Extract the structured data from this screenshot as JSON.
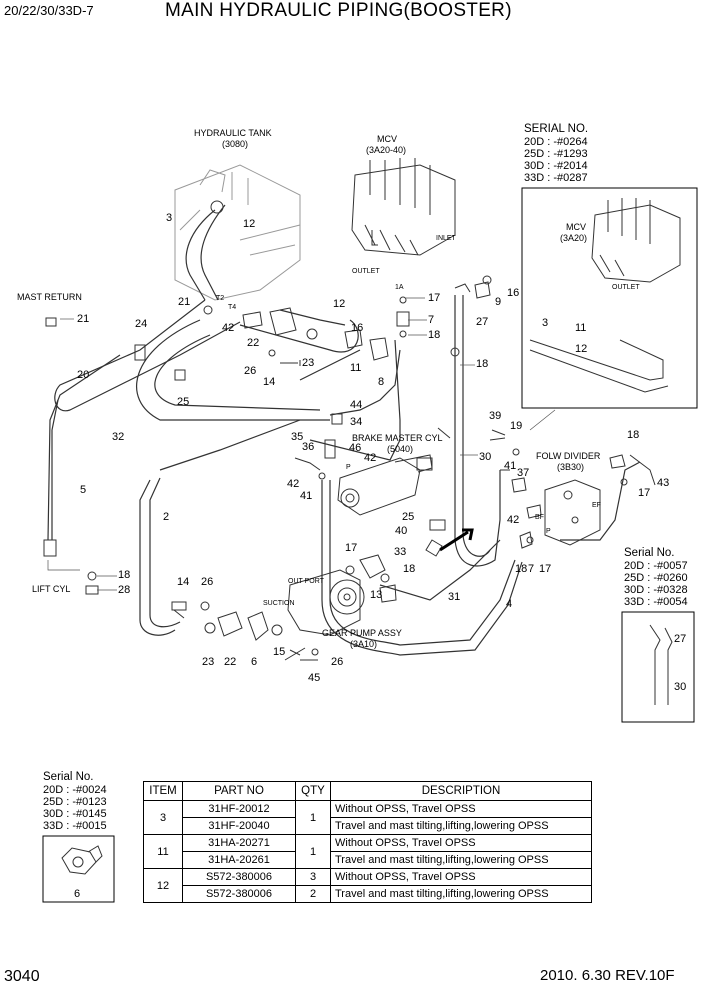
{
  "header": {
    "model": "20/22/30/33D-7",
    "title": "MAIN HYDRAULIC PIPING(BOOSTER)"
  },
  "footer": {
    "page_number": "3040",
    "revision": "2010. 6.30  REV.10F"
  },
  "labels": {
    "hydraulic_tank": "HYDRAULIC TANK",
    "hydraulic_tank_code": "(3080)",
    "mcv": "MCV",
    "mcv_code": "(3A20-40)",
    "mcv_inset": "MCV",
    "mcv_inset_code": "(3A20)",
    "inlet": "INLET",
    "outlet": "OUTLET",
    "outlet_inset": "OUTLET",
    "port_1a": "1A",
    "mast_return": "MAST RETURN",
    "lift_cyl": "LIFT CYL",
    "brake_master_cyl": "BRAKE MASTER CYL",
    "brake_master_cyl_code": "(5040)",
    "flow_divider": "FOLW DIVIDER",
    "flow_divider_code": "(3B30)",
    "gear_pump_assy": "GEAR PUMP ASSY",
    "gear_pump_code": "(3A10)",
    "out_port": "OUT PORT",
    "suction": "SUCTION",
    "port_t2": "T2",
    "port_t4": "T4",
    "port_bf": "BF",
    "port_ef": "EF",
    "port_p": "P",
    "port_p2": "P"
  },
  "serial_top": {
    "heading": "SERIAL NO.",
    "lines": [
      "20D : -#0264",
      "25D : -#1293",
      "30D : -#2014",
      "33D : -#0287"
    ]
  },
  "serial_right": {
    "heading": "Serial No.",
    "lines": [
      "20D : -#0057",
      "25D : -#0260",
      "30D : -#0328",
      "33D : -#0054"
    ],
    "callouts": [
      "27",
      "30"
    ]
  },
  "serial_bottom": {
    "heading": "Serial No.",
    "lines": [
      "20D : -#0024",
      "25D : -#0123",
      "30D : -#0145",
      "33D : -#0015"
    ],
    "callout": "6"
  },
  "inset_callouts": [
    "3",
    "11",
    "12"
  ],
  "callouts": [
    {
      "id": "c3",
      "t": "3"
    },
    {
      "id": "c12a",
      "t": "12"
    },
    {
      "id": "c21a",
      "t": "21"
    },
    {
      "id": "c21b",
      "t": "21"
    },
    {
      "id": "c24",
      "t": "24"
    },
    {
      "id": "c42a",
      "t": "42"
    },
    {
      "id": "c22a",
      "t": "22"
    },
    {
      "id": "c23a",
      "t": "23"
    },
    {
      "id": "c20",
      "t": "20"
    },
    {
      "id": "c26a",
      "t": "26"
    },
    {
      "id": "c14a",
      "t": "14"
    },
    {
      "id": "c25a",
      "t": "25"
    },
    {
      "id": "c12b",
      "t": "12"
    },
    {
      "id": "c16a",
      "t": "16"
    },
    {
      "id": "c11a",
      "t": "11"
    },
    {
      "id": "c8",
      "t": "8"
    },
    {
      "id": "c17a",
      "t": "17"
    },
    {
      "id": "c7a",
      "t": "7"
    },
    {
      "id": "c18a",
      "t": "18"
    },
    {
      "id": "c9",
      "t": "9"
    },
    {
      "id": "c16b",
      "t": "16"
    },
    {
      "id": "c27",
      "t": "27"
    },
    {
      "id": "c18b",
      "t": "18"
    },
    {
      "id": "c44",
      "t": "44"
    },
    {
      "id": "c34",
      "t": "34"
    },
    {
      "id": "c32",
      "t": "32"
    },
    {
      "id": "c35",
      "t": "35"
    },
    {
      "id": "c36",
      "t": "36"
    },
    {
      "id": "c46",
      "t": "46"
    },
    {
      "id": "c42b",
      "t": "42"
    },
    {
      "id": "c42c",
      "t": "42"
    },
    {
      "id": "c41a",
      "t": "41"
    },
    {
      "id": "c30",
      "t": "30"
    },
    {
      "id": "c39",
      "t": "39"
    },
    {
      "id": "c19",
      "t": "19"
    },
    {
      "id": "c41b",
      "t": "41"
    },
    {
      "id": "c37",
      "t": "37"
    },
    {
      "id": "c18c",
      "t": "18"
    },
    {
      "id": "c43",
      "t": "43"
    },
    {
      "id": "c17b",
      "t": "17"
    },
    {
      "id": "c42d",
      "t": "42"
    },
    {
      "id": "c5",
      "t": "5"
    },
    {
      "id": "c2",
      "t": "2"
    },
    {
      "id": "c25b",
      "t": "25"
    },
    {
      "id": "c40",
      "t": "40"
    },
    {
      "id": "c17c",
      "t": "17"
    },
    {
      "id": "c33",
      "t": "33"
    },
    {
      "id": "c18d",
      "t": "18"
    },
    {
      "id": "c13",
      "t": "13"
    },
    {
      "id": "c31",
      "t": "31"
    },
    {
      "id": "c4",
      "t": "4"
    },
    {
      "id": "c18e",
      "t": "18"
    },
    {
      "id": "c7b",
      "t": "7"
    },
    {
      "id": "c17d",
      "t": "17"
    },
    {
      "id": "c18f",
      "t": "18"
    },
    {
      "id": "c28",
      "t": "28"
    },
    {
      "id": "c14b",
      "t": "14"
    },
    {
      "id": "c26b",
      "t": "26"
    },
    {
      "id": "c23b",
      "t": "23"
    },
    {
      "id": "c22b",
      "t": "22"
    },
    {
      "id": "c6",
      "t": "6"
    },
    {
      "id": "c15",
      "t": "15"
    },
    {
      "id": "c26c",
      "t": "26"
    },
    {
      "id": "c45",
      "t": "45"
    }
  ],
  "parts_table": {
    "headers": [
      "ITEM",
      "PART NO",
      "QTY",
      "DESCRIPTION"
    ],
    "groups": [
      {
        "item": "3",
        "qty": "1",
        "rows": [
          {
            "part": "31HF-20012",
            "desc": "Without OPSS, Travel OPSS"
          },
          {
            "part": "31HF-20040",
            "desc": "Travel and mast tilting,lifting,lowering OPSS"
          }
        ]
      },
      {
        "item": "11",
        "qty": "1",
        "rows": [
          {
            "part": "31HA-20271",
            "desc": "Without OPSS, Travel OPSS"
          },
          {
            "part": "31HA-20261",
            "desc": "Travel and mast tilting,lifting,lowering OPSS"
          }
        ]
      },
      {
        "item": "12",
        "qty_rows": [
          "3",
          "2"
        ],
        "rows": [
          {
            "part": "S572-380006",
            "desc": "Without OPSS, Travel OPSS"
          },
          {
            "part": "S572-380006",
            "desc": "Travel and mast tilting,lifting,lowering OPSS"
          }
        ]
      }
    ]
  }
}
